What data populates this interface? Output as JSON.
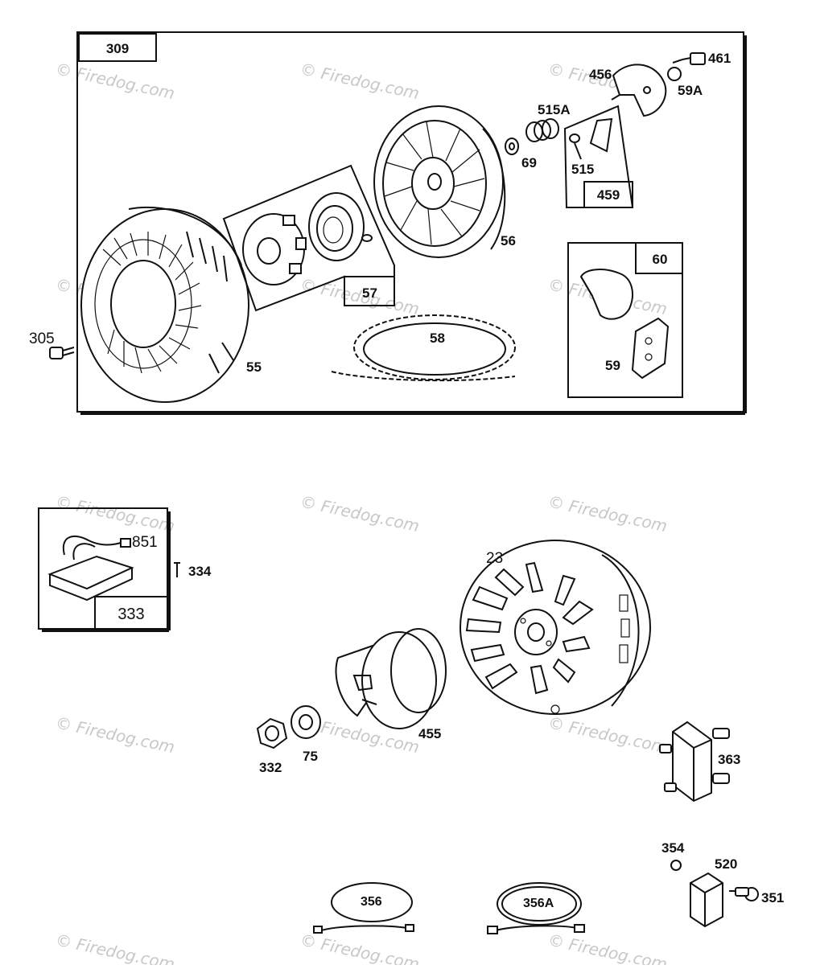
{
  "watermark": "© Firedog.com",
  "sections": {
    "recoil_kit": {
      "label": "309"
    },
    "starter_clutch": {
      "label": "57"
    },
    "drive_kit": {
      "label": "459"
    },
    "handle_kit": {
      "label": "60"
    },
    "rectifier": {
      "label": "333"
    }
  },
  "parts": {
    "p305": "305",
    "p55": "55",
    "p56": "56",
    "p57": "57",
    "p58": "58",
    "p59": "59",
    "p60": "60",
    "p69": "69",
    "p515A": "515A",
    "p515": "515",
    "p456": "456",
    "p461": "461",
    "p59A": "59A",
    "p851": "851",
    "p334": "334",
    "p23": "23",
    "p455": "455",
    "p332": "332",
    "p75": "75",
    "p363": "363",
    "p354": "354",
    "p520": "520",
    "p351": "351",
    "p356": "356",
    "p356A": "356A"
  }
}
